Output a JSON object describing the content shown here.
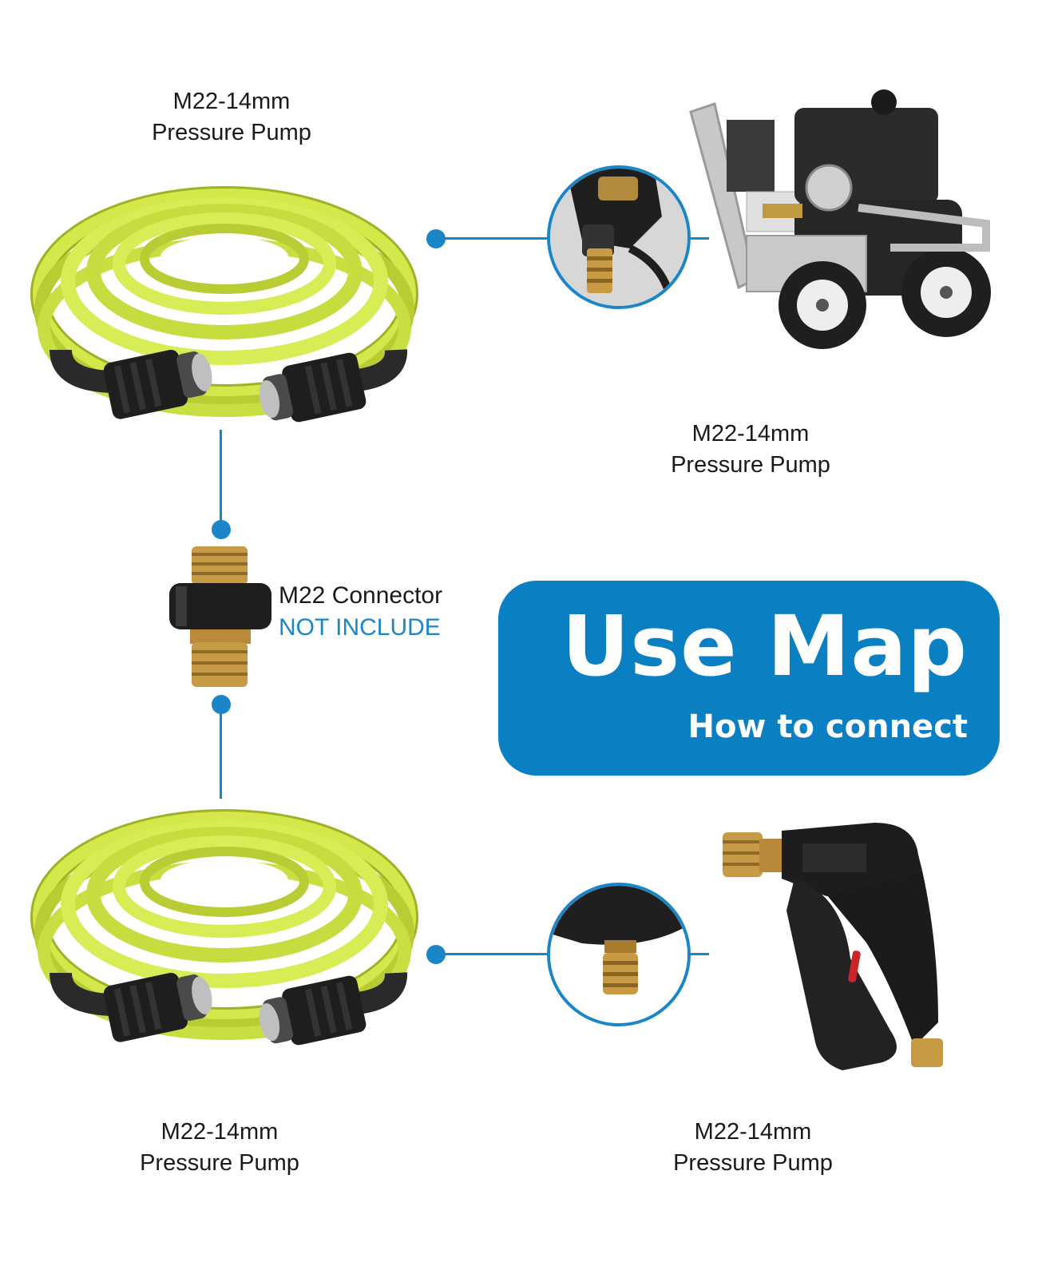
{
  "labels": {
    "top_left": {
      "line1": "M22-14mm",
      "line2": "Pressure Pump"
    },
    "top_right": {
      "line1": "M22-14mm",
      "line2": "Pressure Pump"
    },
    "bottom_left": {
      "line1": "M22-14mm",
      "line2": "Pressure Pump"
    },
    "bottom_right": {
      "line1": "M22-14mm",
      "line2": "Pressure Pump"
    }
  },
  "connector": {
    "name": "M22 Connector",
    "note": "NOT INCLUDE"
  },
  "use_map": {
    "title": "Use Map",
    "subtitle": "How to connect"
  },
  "colors": {
    "accent": "#1a86c8",
    "panel": "#0a80c3",
    "hose": "#d3e84a",
    "brass": "#c79a45"
  },
  "icons": [
    "hose-coil-top",
    "pressure-washer",
    "pump-outlet-closeup",
    "m22-connector",
    "hose-coil-bottom",
    "spray-gun",
    "gun-inlet-closeup"
  ]
}
